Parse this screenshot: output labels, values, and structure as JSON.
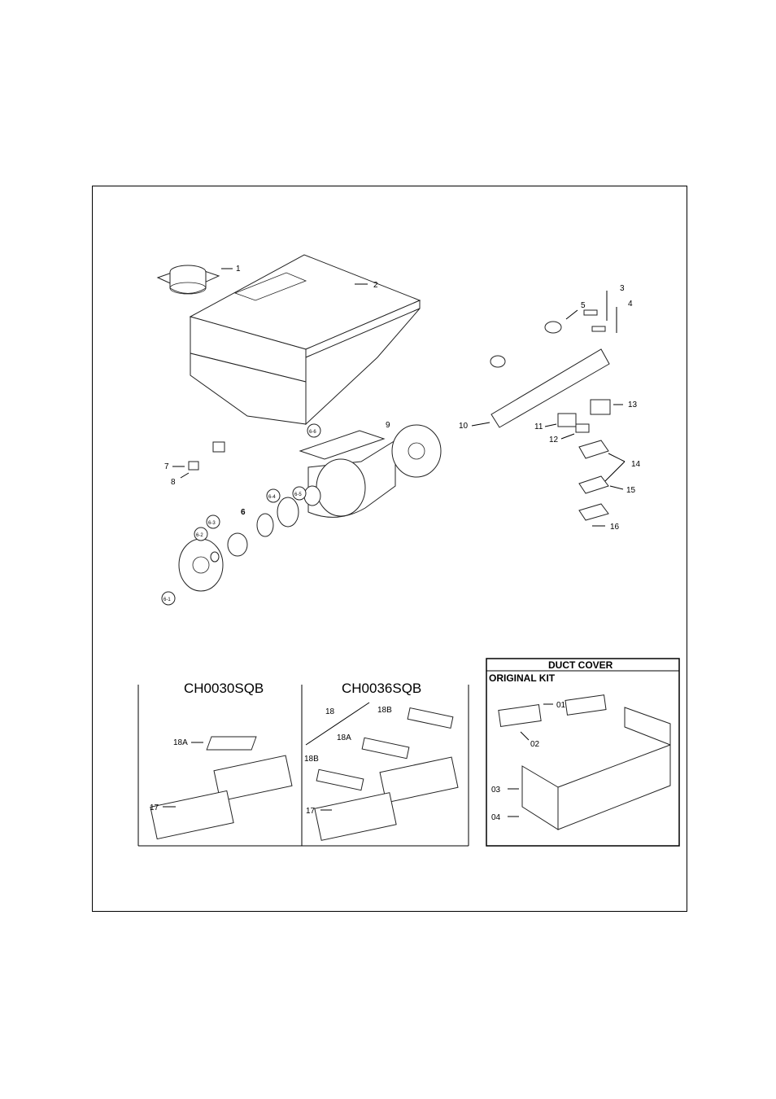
{
  "diagram": {
    "part_labels": {
      "p1": "1",
      "p2": "2",
      "p3": "3",
      "p4": "4",
      "p5": "5",
      "p6": "6",
      "p61": "6-1",
      "p62": "6-2",
      "p63": "6-3",
      "p64": "6-4",
      "p65": "6-5",
      "p66": "6-6",
      "p7": "7",
      "p8": "8",
      "p9": "9",
      "p10": "10",
      "p11": "11",
      "p12": "12",
      "p13": "13",
      "p14": "14",
      "p15": "15",
      "p16": "16"
    },
    "filters_30": {
      "title": "CH0030SQB",
      "l18a": "18A",
      "l17": "17"
    },
    "filters_36": {
      "title": "CH0036SQB",
      "l18": "18",
      "l18b_top": "18B",
      "l18a": "18A",
      "l18b_left": "18B",
      "l17": "17"
    },
    "duct_cover": {
      "title": "DUCT COVER",
      "subtitle": "ORIGINAL KIT",
      "l01": "01",
      "l02": "02",
      "l03": "03",
      "l04": "04"
    }
  }
}
